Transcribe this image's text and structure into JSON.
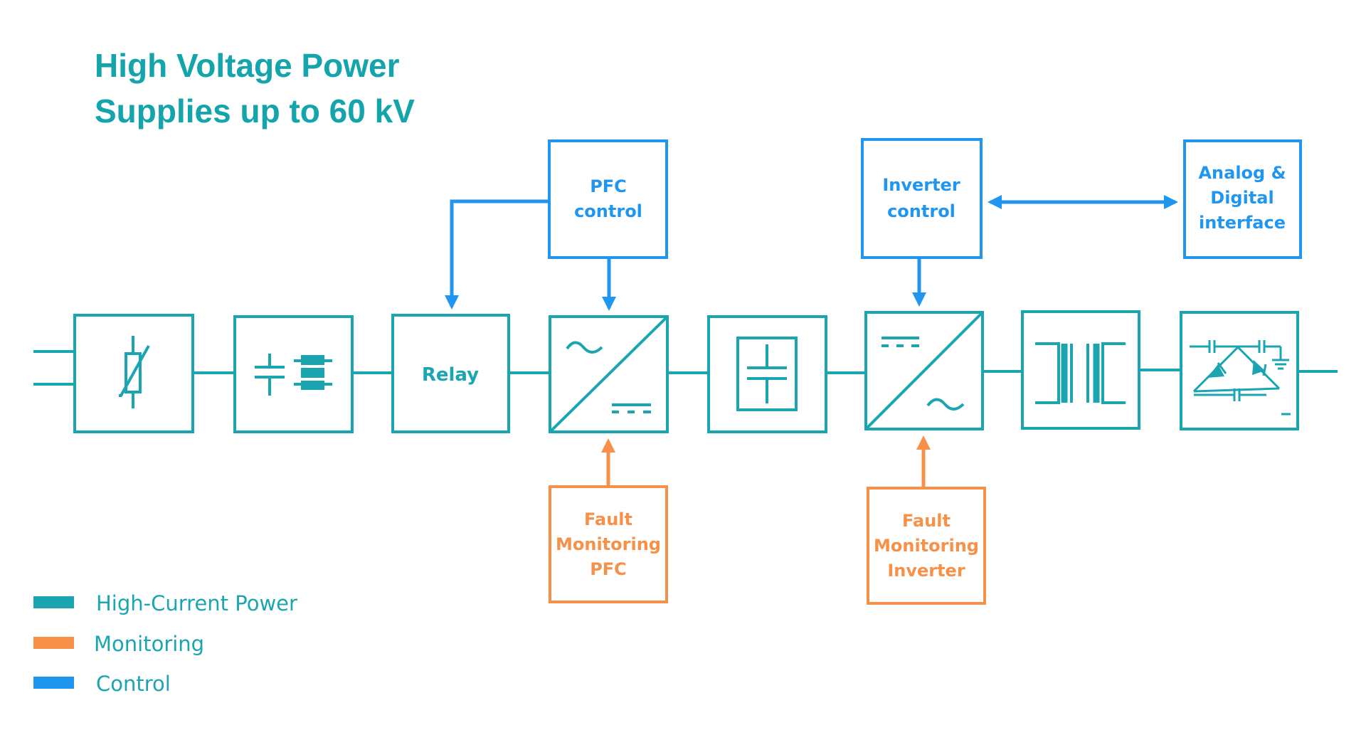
{
  "title": {
    "line1": "High Voltage Power",
    "line2": "Supplies up to 60 kV"
  },
  "colors": {
    "power": "#1aa5b1",
    "monitoring": "#f7914a",
    "control": "#2196f0",
    "title": "#13a4ac",
    "legend_text": "#1aa5b1"
  },
  "blocks": {
    "varistor": {
      "icon": "varistor-icon"
    },
    "emi_filter": {
      "icon": "emi-filter-icon"
    },
    "relay": {
      "label": "Relay"
    },
    "pfc_converter": {
      "icon": "ac-dc-converter-icon"
    },
    "dc_link": {
      "icon": "capacitor-icon"
    },
    "inverter": {
      "icon": "dc-ac-inverter-icon"
    },
    "transformer": {
      "icon": "transformer-icon"
    },
    "multiplier": {
      "icon": "voltage-multiplier-icon"
    }
  },
  "control": {
    "pfc": {
      "line1": "PFC",
      "line2": "control"
    },
    "inverter": {
      "line1": "Inverter",
      "line2": "control"
    },
    "interface": {
      "line1": "Analog &",
      "line2": "Digital",
      "line3": "interface"
    }
  },
  "monitoring": {
    "pfc": {
      "line1": "Fault",
      "line2": "Monitoring",
      "line3": "PFC"
    },
    "inverter": {
      "line1": "Fault",
      "line2": "Monitoring",
      "line3": "Inverter"
    }
  },
  "legend": [
    {
      "label": "High-Current Power",
      "color": "#1aa5b1"
    },
    {
      "label": "Monitoring",
      "color": "#f7914a"
    },
    {
      "label": "Control",
      "color": "#2196f0"
    }
  ]
}
